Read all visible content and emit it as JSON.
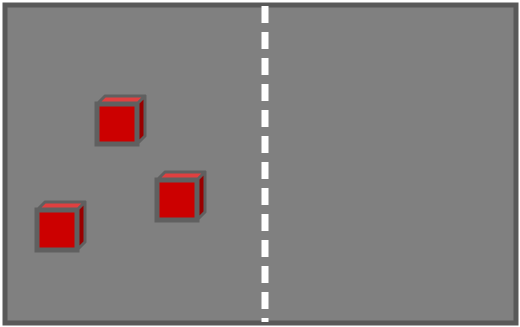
{
  "scene": {
    "colors": {
      "floor": "#808080",
      "border": "#595959",
      "divider": "#ffffff",
      "cube_front": "#cc0000",
      "cube_top": "#e04040",
      "cube_side": "#990000",
      "cube_outline": "#606060"
    },
    "regions": [
      "left-half",
      "right-half"
    ],
    "objects": [
      {
        "type": "cube",
        "color": "red",
        "region": "left-half"
      },
      {
        "type": "cube",
        "color": "red",
        "region": "left-half"
      },
      {
        "type": "cube",
        "color": "red",
        "region": "left-half"
      }
    ]
  }
}
